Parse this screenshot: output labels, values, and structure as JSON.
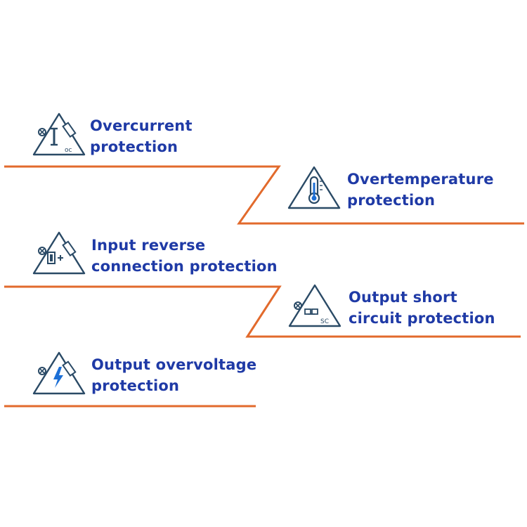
{
  "colors": {
    "text": "#1f3aa6",
    "divider": "#e26a2c",
    "icon_stroke": "#2a4a66",
    "icon_accent": "#1c6fd6"
  },
  "features": [
    {
      "line1": "Overcurrent",
      "line2": "protection",
      "icon": "overcurrent-icon",
      "icon_text": "I",
      "icon_sub": "oc"
    },
    {
      "line1": "Overtemperature",
      "line2": "protection",
      "icon": "thermometer-icon"
    },
    {
      "line1": "Input reverse",
      "line2": "connection protection",
      "icon": "reverse-connection-icon"
    },
    {
      "line1": "Output short",
      "line2": "circuit protection",
      "icon": "short-circuit-icon",
      "icon_sub": "SC"
    },
    {
      "line1": "Output overvoltage",
      "line2": "protection",
      "icon": "lightning-icon"
    }
  ]
}
